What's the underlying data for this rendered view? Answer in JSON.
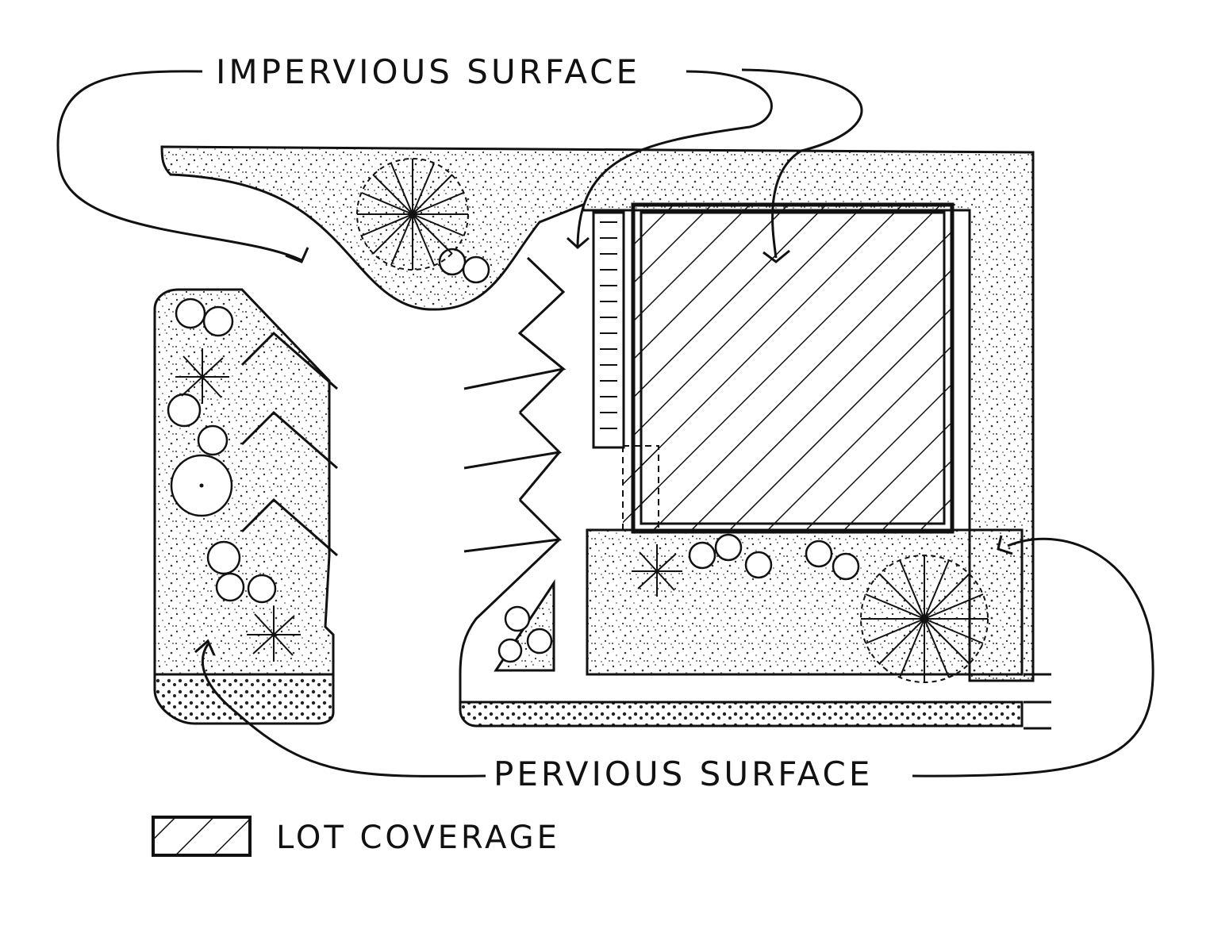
{
  "labels": {
    "impervious": "IMPERVIOUS  SURFACE",
    "pervious": "PERVIOUS SURFACE"
  },
  "legend": {
    "lot_coverage": "LOT COVERAGE"
  }
}
